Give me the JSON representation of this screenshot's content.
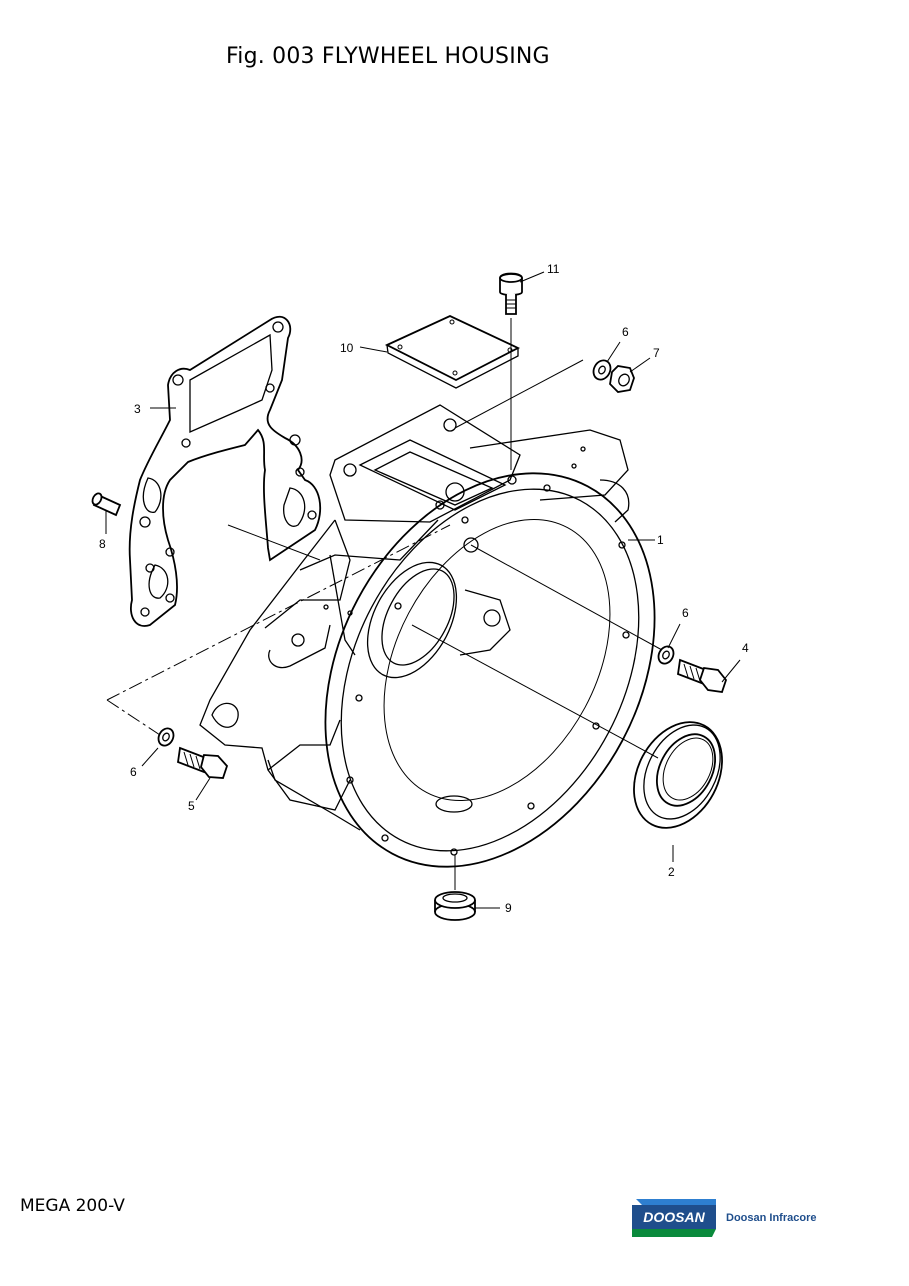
{
  "page": {
    "title": "Fig. 003 FLYWHEEL HOUSING",
    "model": "MEGA 200-V",
    "brand": {
      "logo_text": "DOOSAN",
      "company": "Doosan Infracore",
      "logo_color": "#1f4e8c",
      "logo_accent": "#0a8a3c"
    }
  },
  "diagram": {
    "callouts": {
      "c1": "1",
      "c2": "2",
      "c3": "3",
      "c4": "4",
      "c5": "5",
      "c6a": "6",
      "c6b": "6",
      "c6c": "6",
      "c7": "7",
      "c8": "8",
      "c9": "9",
      "c10": "10",
      "c11": "11"
    },
    "parts": {
      "housing": "flywheel-housing",
      "seal": "oil-seal",
      "gasket": "gasket",
      "bolt_right": "bolt",
      "bolt_left": "bolt",
      "washer": "washer",
      "nut": "nut",
      "pin": "pin",
      "plug": "plug",
      "cover": "cover",
      "screw": "screw"
    }
  }
}
